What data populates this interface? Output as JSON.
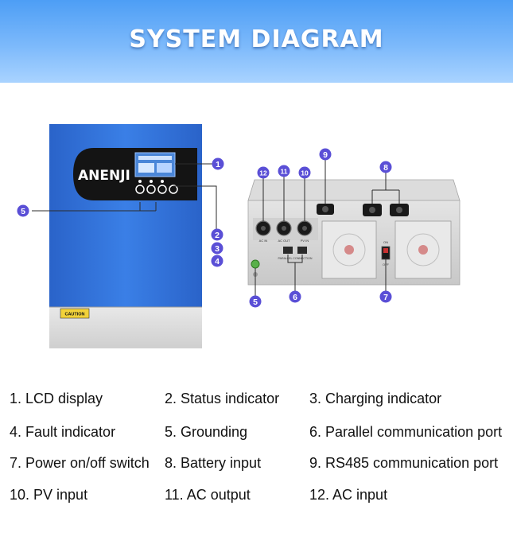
{
  "header": {
    "title": "SYSTEM DIAGRAM"
  },
  "brand": {
    "logo_text": "ANENJI"
  },
  "front_callouts": [
    "1",
    "5",
    "2",
    "3",
    "4"
  ],
  "rear_callouts": [
    "9",
    "8",
    "12",
    "11",
    "10",
    "5",
    "6",
    "7"
  ],
  "panel_small_labels": {
    "ac_in": "AC IN",
    "ac_out": "AC OUT",
    "pv_in": "PV IN",
    "parallel": "PARALLEL CONNECTION",
    "on": "ON",
    "off": "OFF",
    "caution": "CAUTION"
  },
  "legend": [
    "1. LCD display",
    "2. Status indicator",
    "3. Charging indicator",
    "4. Fault indicator",
    "5. Grounding",
    "6. Parallel communication port",
    "7. Power on/off switch",
    "8. Battery input",
    "9. RS485 communication port",
    "10. PV input",
    "11. AC output",
    "12. AC input"
  ],
  "colors": {
    "accent": "#5a4fd6",
    "body_blue": "#2f6fd6",
    "header_blue": "#5aa6f7"
  }
}
